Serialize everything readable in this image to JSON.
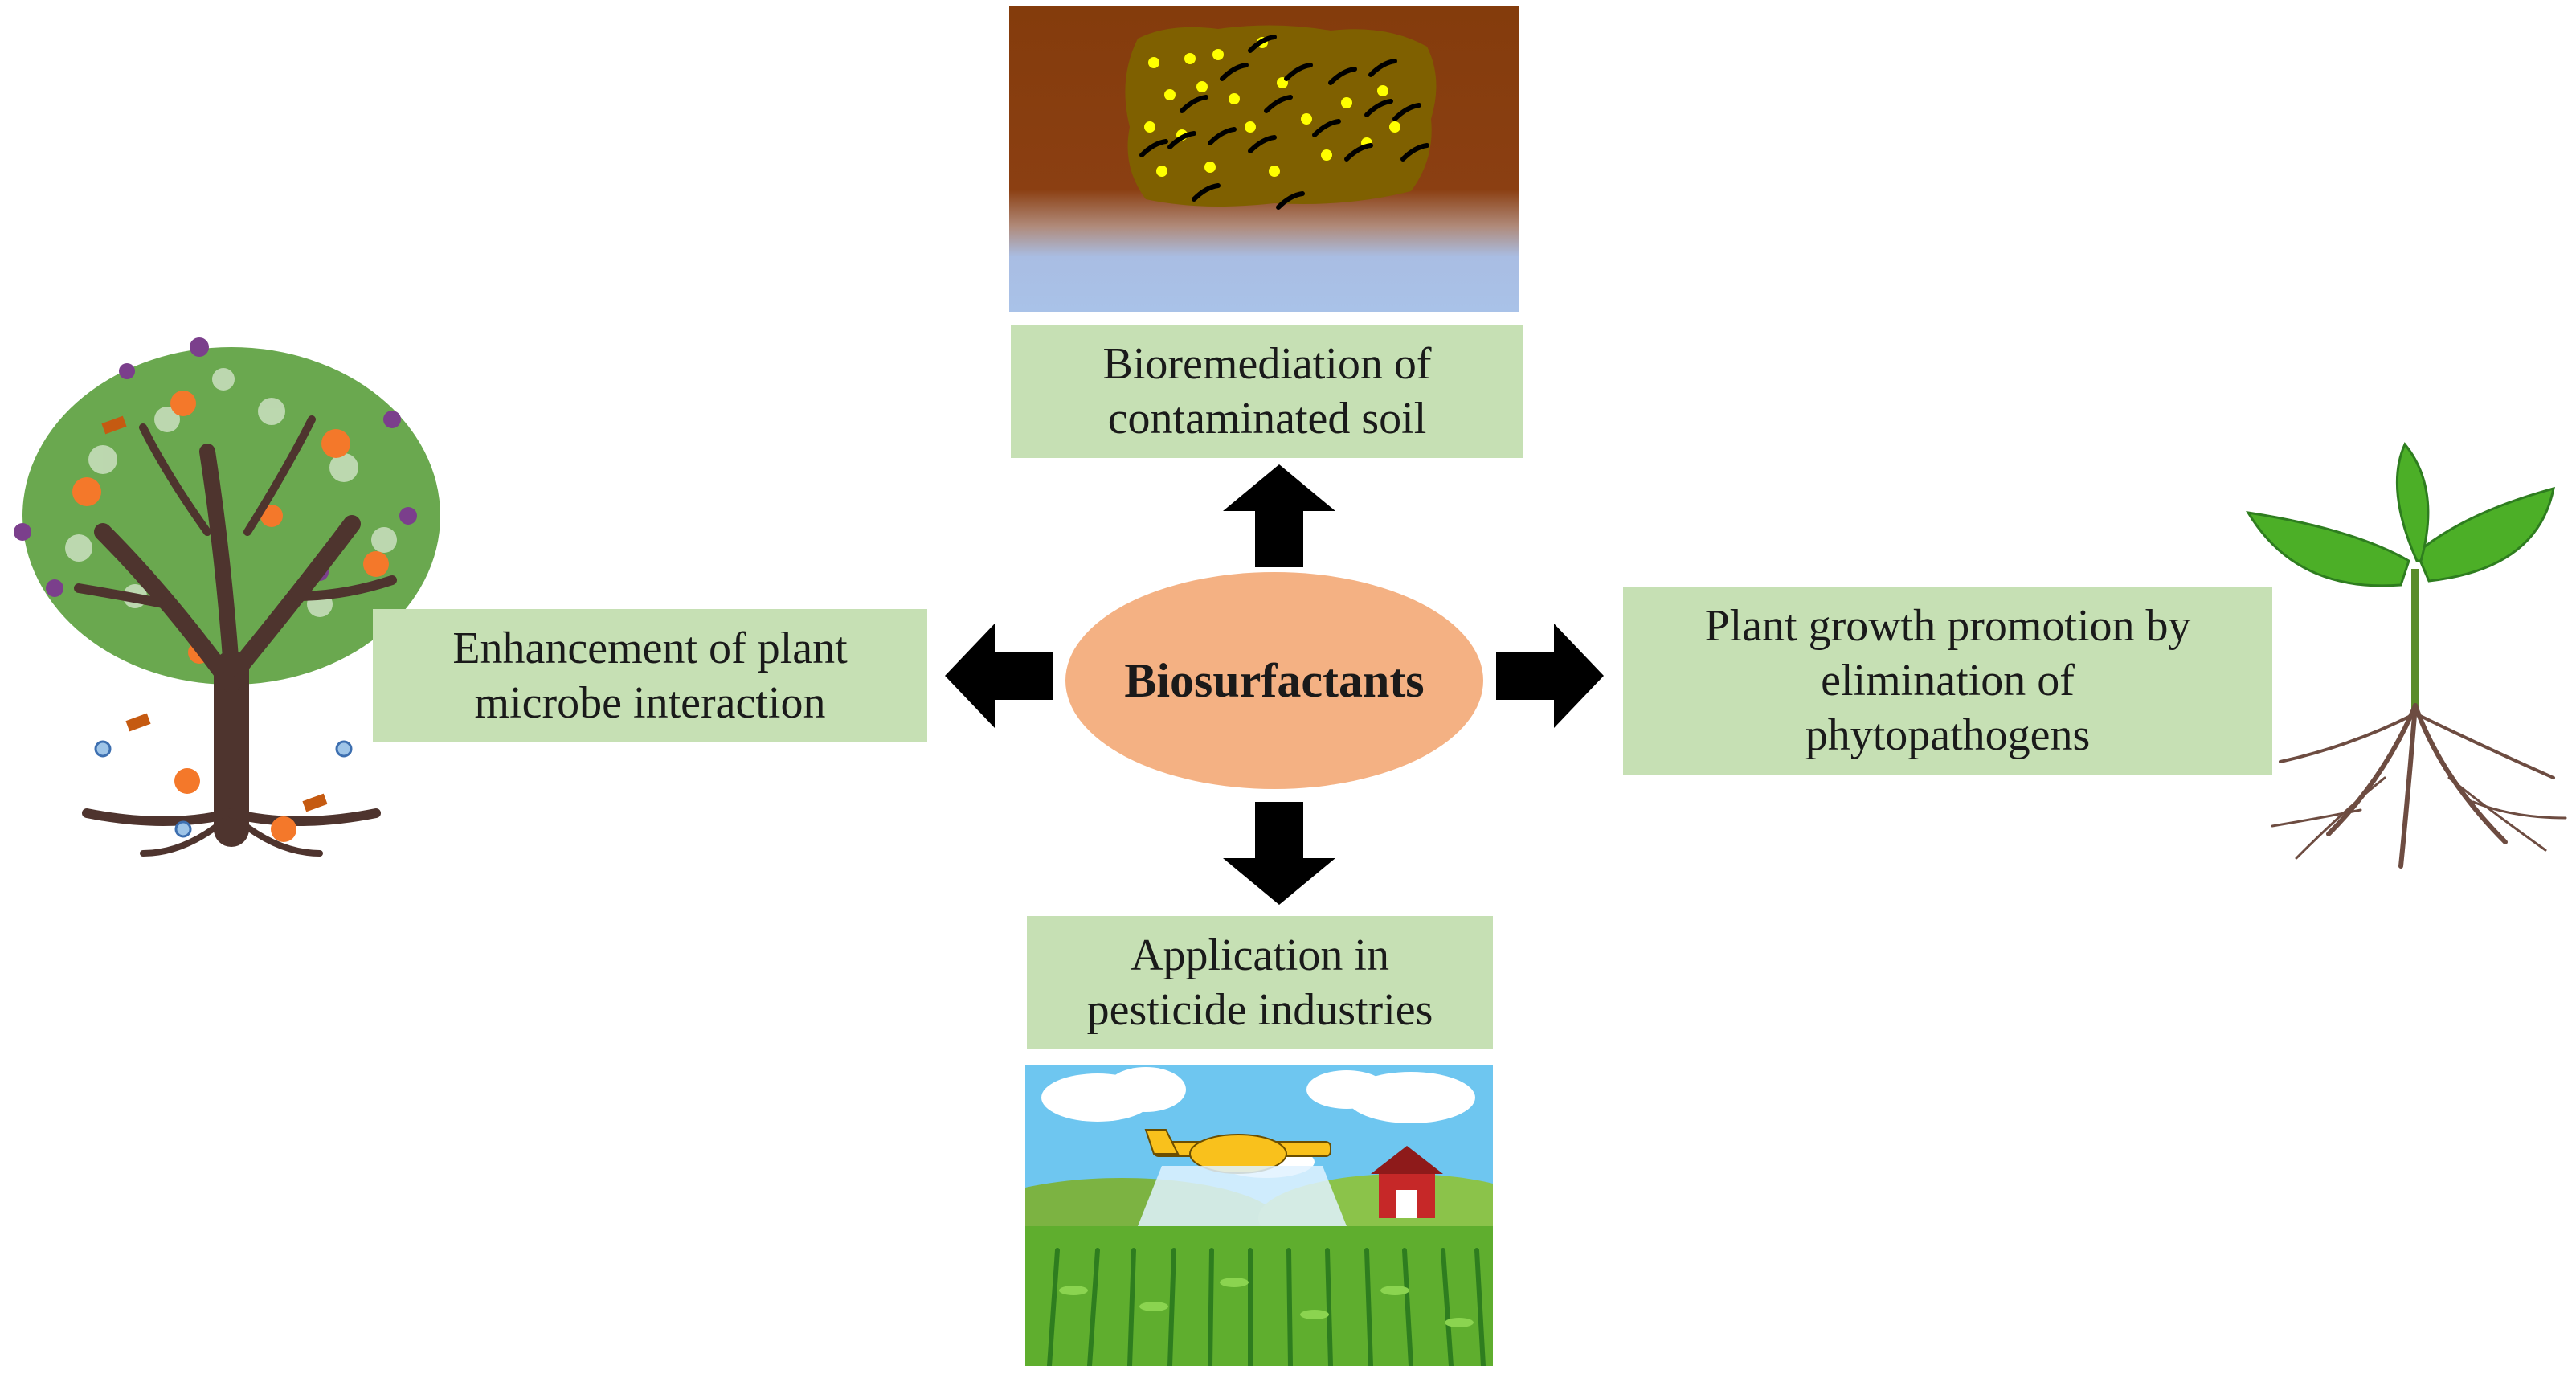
{
  "center": {
    "label": "Biosurfactants"
  },
  "nodes": {
    "top": {
      "label": "Bioremediation of\ncontaminated soil"
    },
    "left": {
      "label": "Enhancement of plant\nmicrobe interaction"
    },
    "right": {
      "label": "Plant growth promotion by\nelimination of\nphytopathogens"
    },
    "bottom": {
      "label": "Application in\npesticide industries"
    }
  },
  "colors": {
    "box_fill": "#c6e0b4",
    "center_fill": "#f4b183",
    "arrow": "#000000"
  },
  "icons": {
    "top": "contaminated-soil-illustration",
    "left": "tree-with-microbes-illustration",
    "right": "seedling-with-roots-illustration",
    "bottom": "crop-duster-farm-illustration"
  }
}
